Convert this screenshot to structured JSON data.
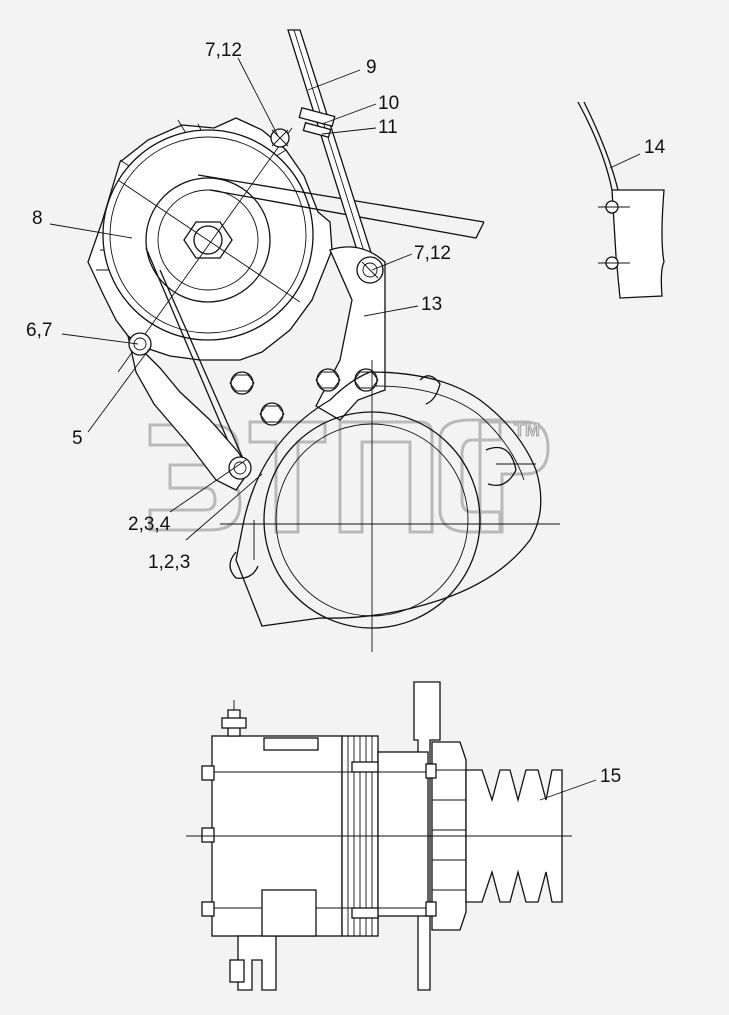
{
  "callouts": {
    "c712_top": "7,12",
    "c9": "9",
    "c10": "10",
    "c11": "11",
    "c8": "8",
    "c712_mid": "7,12",
    "c13": "13",
    "c67": "6,7",
    "c5": "5",
    "c234": "2,3,4",
    "c123": "1,2,3",
    "c14": "14",
    "c15": "15"
  },
  "watermark": {
    "trademark": "TM"
  }
}
